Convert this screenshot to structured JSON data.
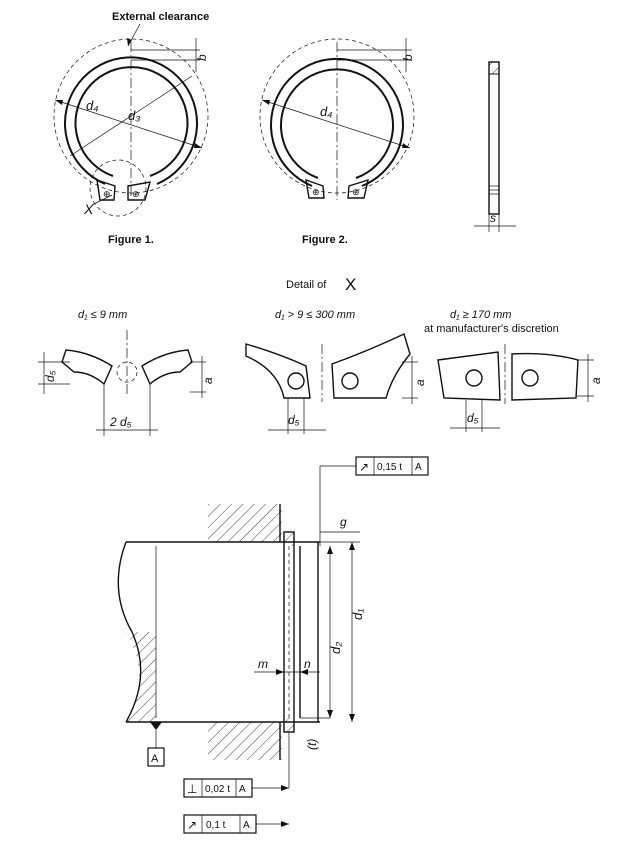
{
  "figure1": {
    "label": "External clearance",
    "caption": "Figure 1."
  },
  "figure2": {
    "caption": "Figure 2."
  },
  "ring_labels": {
    "d4": "d₄",
    "d3": "d₃",
    "b": "b",
    "s": "s",
    "x": "X"
  },
  "detail": {
    "title": "Detail of",
    "title_letter": "X",
    "cases": [
      {
        "condition": "d₁ ≤ 9 mm",
        "note": ""
      },
      {
        "condition": "d₁ > 9 ≤ 300 mm",
        "note": ""
      },
      {
        "condition": "d₁ ≥ 170 mm",
        "note": "at manufacturer's discretion"
      }
    ],
    "labels": {
      "d5": "d₅",
      "two_d5": "2 d₅",
      "a": "a"
    }
  },
  "assembly": {
    "datum": "A",
    "frame_top": {
      "value": "0,15 t",
      "datum": "A"
    },
    "frame_perp": {
      "value": "0,02 t",
      "datum": "A"
    },
    "frame_bottom": {
      "value": "0,1 t",
      "datum": "A"
    },
    "labels": {
      "g": "g",
      "m": "m",
      "n": "n",
      "d2": "d₂",
      "d1": "d₁",
      "t": "(t)"
    }
  }
}
